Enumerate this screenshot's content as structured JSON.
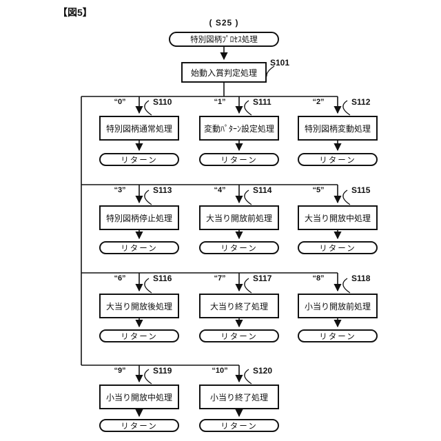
{
  "figure": {
    "label": "【図5】"
  },
  "start": {
    "step_label": "( S25 )",
    "title": "特別図柄ﾌﾟﾛｾｽ処理"
  },
  "judge": {
    "step": "S101",
    "title": "始動入賞判定処理"
  },
  "return_label": "リターン",
  "line_color": "#111111",
  "branches": [
    {
      "value": "“0”",
      "step": "S110",
      "title": "特別図柄通常処理"
    },
    {
      "value": "“1”",
      "step": "S111",
      "title": "変動ﾊﾟﾀｰﾝ設定処理"
    },
    {
      "value": "“2”",
      "step": "S112",
      "title": "特別図柄変動処理"
    },
    {
      "value": "“3”",
      "step": "S113",
      "title": "特別図柄停止処理"
    },
    {
      "value": "“4”",
      "step": "S114",
      "title": "大当り開放前処理"
    },
    {
      "value": "“5”",
      "step": "S115",
      "title": "大当り開放中処理"
    },
    {
      "value": "“6”",
      "step": "S116",
      "title": "大当り開放後処理"
    },
    {
      "value": "“7”",
      "step": "S117",
      "title": "大当り終了処理"
    },
    {
      "value": "“8”",
      "step": "S118",
      "title": "小当り開放前処理"
    },
    {
      "value": "“9”",
      "step": "S119",
      "title": "小当り開放中処理"
    },
    {
      "value": "“10”",
      "step": "S120",
      "title": "小当り終了処理"
    }
  ]
}
